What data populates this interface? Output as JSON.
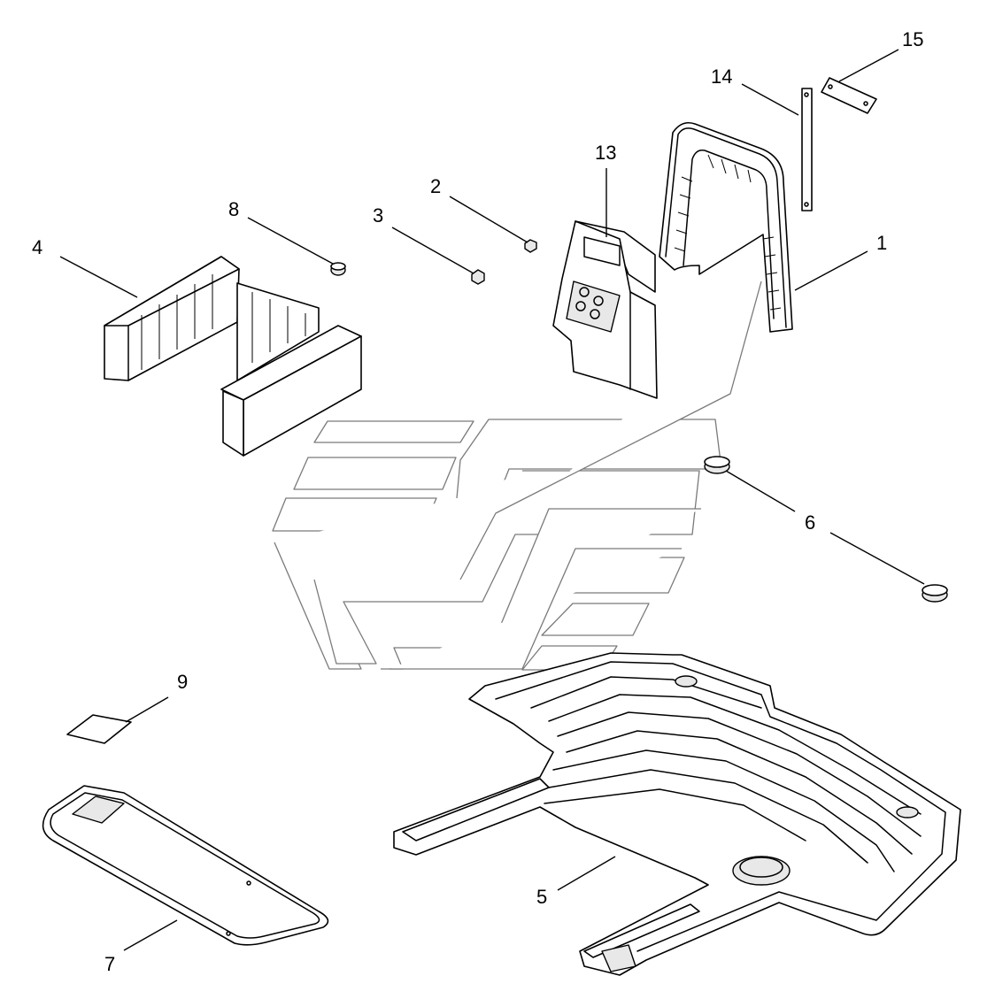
{
  "callouts": {
    "c1": "1",
    "c2": "2",
    "c3": "3",
    "c4": "4",
    "c5": "5",
    "c6": "6",
    "c7": "7",
    "c8": "8",
    "c9": "9",
    "c13": "13",
    "c14": "14",
    "c15": "15"
  },
  "colors": {
    "line": "#000000",
    "logo_outline": "#7a7a7a",
    "background": "#ffffff"
  }
}
